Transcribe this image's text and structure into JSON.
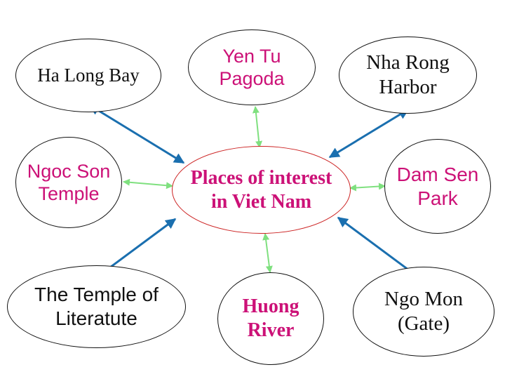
{
  "diagram": {
    "center": {
      "label": "Places of interest\nin Viet Nam",
      "color": "#cc1177"
    },
    "nodes": [
      {
        "id": "halong",
        "label": "Ha Long Bay",
        "color": "#111111"
      },
      {
        "id": "yentu",
        "label": "Yen Tu\nPagoda",
        "color": "#cc1177"
      },
      {
        "id": "nharong",
        "label": "Nha Rong\nHarbor",
        "color": "#111111"
      },
      {
        "id": "ngocson",
        "label": "Ngoc Son\nTemple",
        "color": "#cc1177"
      },
      {
        "id": "damsen",
        "label": "Dam Sen\nPark",
        "color": "#cc1177"
      },
      {
        "id": "temple",
        "label": "The Temple of\nLiteratute",
        "color": "#111111"
      },
      {
        "id": "huong",
        "label": "Huong\nRiver",
        "color": "#cc1177"
      },
      {
        "id": "ngomon",
        "label": "Ngo Mon\n(Gate)",
        "color": "#111111"
      }
    ],
    "link_colors": {
      "blue": "#1a6faf",
      "green": "#7fe07f"
    }
  }
}
